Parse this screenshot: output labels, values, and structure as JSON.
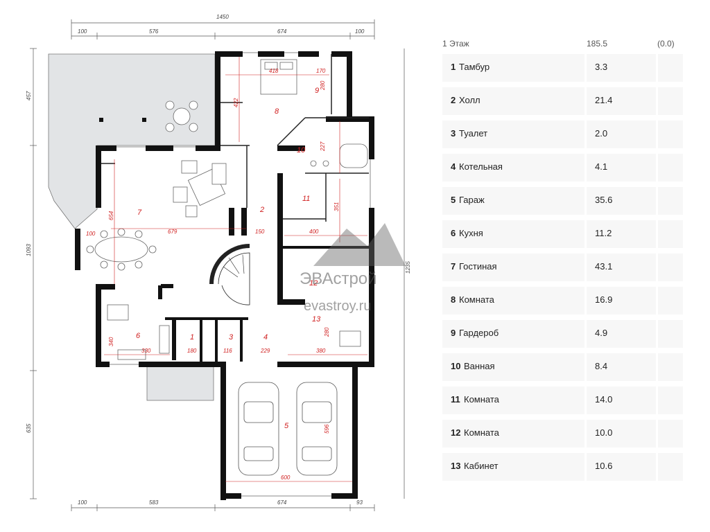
{
  "floor_plan": {
    "dims_top": {
      "total": "1450",
      "d1": "100",
      "d2": "576",
      "d3": "674",
      "d4": "100"
    },
    "dims_bottom": {
      "d1": "100",
      "d2": "583",
      "d3": "674",
      "d4": "93"
    },
    "dims_left": {
      "d1": "457",
      "d2": "1093",
      "d3": "635"
    },
    "dims_right": {
      "d1": "1235"
    },
    "room_numbers": [
      "1",
      "2",
      "3",
      "4",
      "5",
      "6",
      "7",
      "8",
      "9",
      "10",
      "11",
      "12",
      "13"
    ],
    "room_dims": {
      "r8_w": "418",
      "r8_h": "422",
      "r9_w": "170",
      "r9_h": "280",
      "r10_h": "227",
      "r11_h": "351",
      "r11_w": "400",
      "r7_w": "679",
      "r7_h": "654",
      "bay_w": "100",
      "hall_w": "150",
      "r13_h": "280",
      "r13_w": "380",
      "r6_w": "330",
      "r6_h": "340",
      "r1_w": "180",
      "r3_w": "116",
      "r4_w": "229",
      "r5_w": "600",
      "r5_h": "596"
    },
    "watermark": {
      "brand": "ЭВАстрой",
      "domain": "evastroy.ru"
    }
  },
  "rooms_table": {
    "header": {
      "floor": "1 Этаж",
      "total": "185.5",
      "extra": "(0.0)"
    },
    "rows": [
      {
        "num": "1",
        "name": "Тамбур",
        "area": "3.3"
      },
      {
        "num": "2",
        "name": "Холл",
        "area": "21.4"
      },
      {
        "num": "3",
        "name": "Туалет",
        "area": "2.0"
      },
      {
        "num": "4",
        "name": "Котельная",
        "area": "4.1"
      },
      {
        "num": "5",
        "name": "Гараж",
        "area": "35.6"
      },
      {
        "num": "6",
        "name": "Кухня",
        "area": "11.2"
      },
      {
        "num": "7",
        "name": "Гостиная",
        "area": "43.1"
      },
      {
        "num": "8",
        "name": "Комната",
        "area": "16.9"
      },
      {
        "num": "9",
        "name": "Гардероб",
        "area": "4.9"
      },
      {
        "num": "10",
        "name": "Ванная",
        "area": "8.4"
      },
      {
        "num": "11",
        "name": "Комната",
        "area": "14.0"
      },
      {
        "num": "12",
        "name": "Комната",
        "area": "10.0"
      },
      {
        "num": "13",
        "name": "Кабинет",
        "area": "10.6"
      }
    ]
  }
}
